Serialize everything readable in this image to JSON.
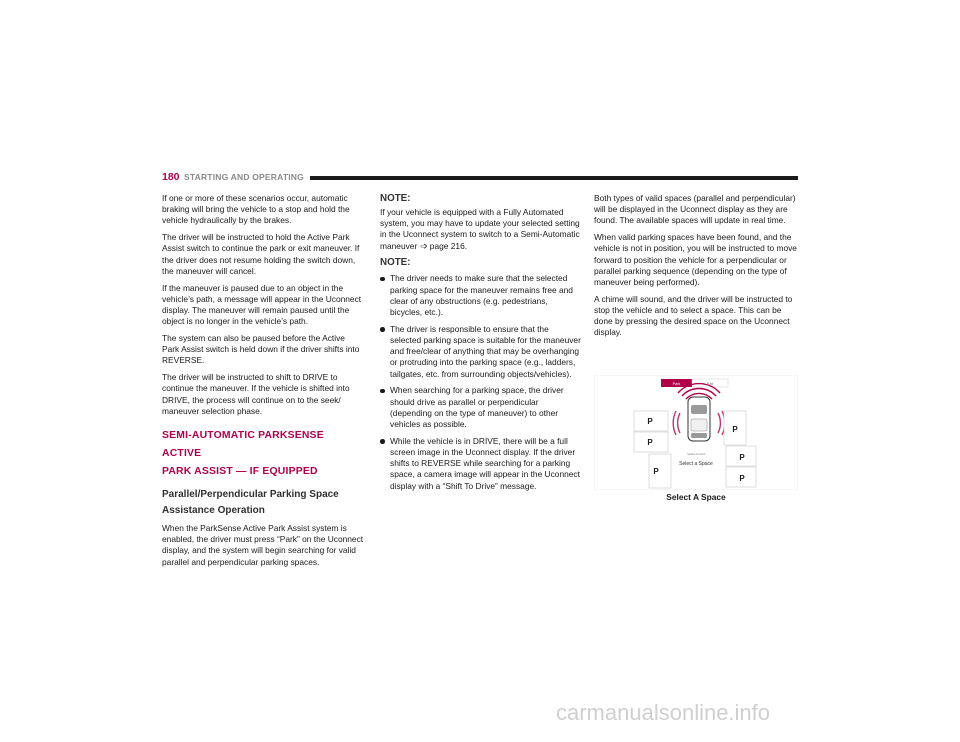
{
  "header": {
    "page_number": "180",
    "section_title": "STARTING AND OPERATING"
  },
  "col1": {
    "p1": "If one or more of these scenarios occur, automatic braking will bring the vehicle to a stop and hold the vehicle hydraulically by the brakes.",
    "p2": "The driver will be instructed to hold the Active Park Assist switch to continue the park or exit maneuver. If the driver does not resume holding the switch down, the maneuver will cancel.",
    "p3": "If the maneuver is paused due to an object in the vehicle’s path, a message will appear in the Uconnect display. The maneuver will remain paused until the object is no longer in the vehicle’s path.",
    "p4": "The system can also be paused before the Active Park Assist switch is held down if the driver shifts into REVERSE.",
    "p5": "The driver will be instructed to shift to DRIVE to continue the maneuver. If the vehicle is shifted into DRIVE, the process will continue on to the seek/ maneuver selection phase.",
    "heading1_line1": "SEMI-AUTOMATIC PARKSENSE ACTIVE",
    "heading1_line2": "PARK ASSIST — IF EQUIPPED",
    "subheading": "Parallel/Perpendicular Parking Space Assistance Operation",
    "p6": "When the ParkSense Active Park Assist system is enabled, the driver must press “Park” on the Uconnect display, and the system will begin searching for valid parallel and perpendicular parking spaces."
  },
  "col2": {
    "note1_label": "NOTE:",
    "note1_text": "If your vehicle is equipped with a Fully Automated system, you may have to update your selected setting in the Uconnect system to switch to a Semi-Automatic maneuver",
    "note1_ref": "page 216.",
    "note2_label": "NOTE:",
    "bullets": [
      "The driver needs to make sure that the selected parking space for the maneuver remains free and clear of any obstructions (e.g. pedestrians, bicycles, etc.).",
      "The driver is responsible to ensure that the selected parking space is suitable for the maneuver and free/clear of anything that may be overhanging or protruding into the parking space (e.g., ladders, tailgates, etc. from surrounding objects/vehicles).",
      "When searching for a parking space, the driver should drive as parallel or perpendicular (depending on the type of maneuver) to other vehicles as possible.",
      "While the vehicle is in DRIVE, there will be a full screen image in the Uconnect display. If the driver shifts to REVERSE while searching for a parking space, a camera image will appear in the Uconnect display with a “Shift To Drive” message."
    ]
  },
  "col3": {
    "p1": "Both types of valid spaces (parallel and perpendicular) will be displayed in the Uconnect display as they are found. The available spaces will update in real time.",
    "p2": "When valid parking spaces have been found, and the vehicle is not in position, you will be instructed to move forward to position the vehicle for a perpendicular or parallel parking sequence (depending on the type of maneuver being performed).",
    "p3": "A chime will sound, and the driver will be instructed to stop the vehicle and to select a space. This can be done by pressing the desired space on the Uconnect display."
  },
  "figure": {
    "tab_park": "Park",
    "tab_exit": "Exit",
    "space_found": "Space Found",
    "select_prompt": "Select a Space",
    "p_marker": "P",
    "caption": "Select A Space",
    "accent_color": "#b0004a"
  },
  "watermark": "carmanualsonline.info"
}
